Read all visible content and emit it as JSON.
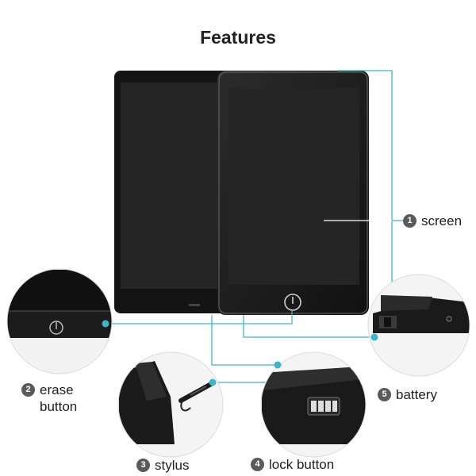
{
  "title": "Features",
  "colors": {
    "accent": "#3fb6c6",
    "device": "#1a1a1a",
    "screen": "#232323"
  },
  "features": [
    {
      "num": "1",
      "text": "screen"
    },
    {
      "num": "2",
      "text": "erase\nbutton"
    },
    {
      "num": "3",
      "text": "stylus"
    },
    {
      "num": "4",
      "text": "lock button"
    },
    {
      "num": "5",
      "text": "battery"
    }
  ]
}
